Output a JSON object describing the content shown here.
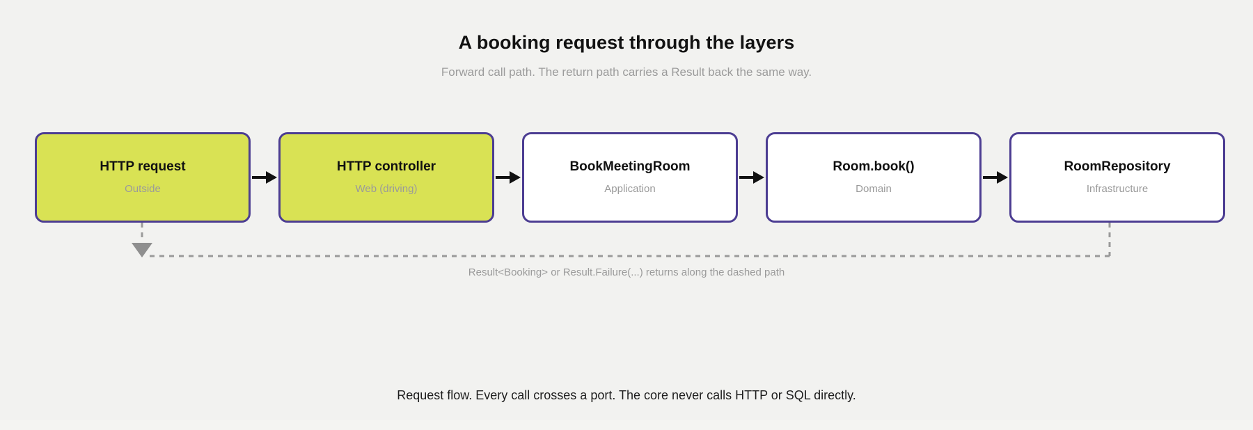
{
  "header": {
    "title": "A booking request through the layers",
    "subtitle": "Forward call path. The return path carries a Result back the same way."
  },
  "flow": {
    "arrow_glyph": "arrow-right-icon",
    "nodes": [
      {
        "title": "HTTP request",
        "subtitle": "Outside",
        "style": "highlight"
      },
      {
        "title": "HTTP controller",
        "subtitle": "Web (driving)",
        "style": "highlight"
      },
      {
        "title": "BookMeetingRoom",
        "subtitle": "Application",
        "style": "plain"
      },
      {
        "title": "Room.book()",
        "subtitle": "Domain",
        "style": "plain"
      },
      {
        "title": "RoomRepository",
        "subtitle": "Infrastructure",
        "style": "plain"
      }
    ]
  },
  "return_path": {
    "label": "Result<Booking> or Result.Failure(...) returns along the dashed path"
  },
  "footer": {
    "caption": "Request flow. Every call crosses a port. The core never calls HTTP or SQL directly."
  },
  "colors": {
    "background": "#f2f2f0",
    "node_border": "#4c3d92",
    "node_highlight_fill": "#d9e254",
    "node_plain_fill": "#ffffff",
    "arrow": "#111111",
    "return_path": "#9a9a9a",
    "title_text": "#121212",
    "muted_text": "#9a9a9a"
  }
}
